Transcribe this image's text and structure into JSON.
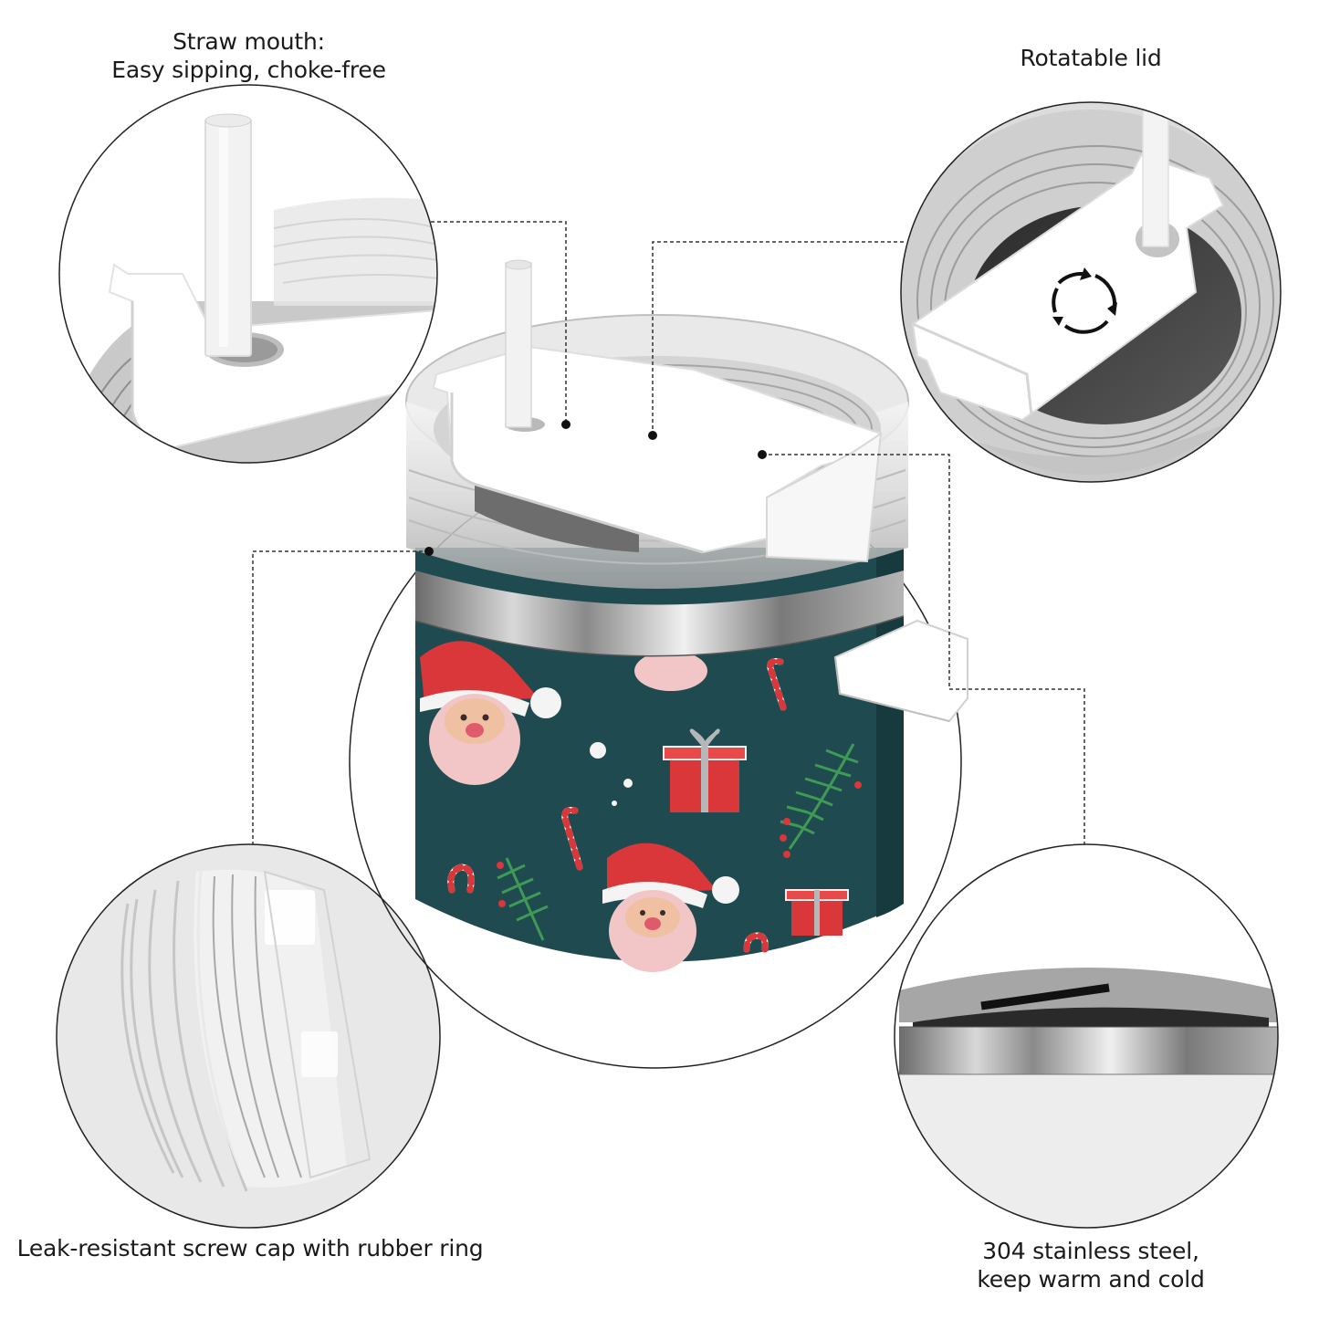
{
  "features": [
    {
      "id": "straw-mouth",
      "lines": [
        "Straw mouth:",
        "Easy sipping, choke-free"
      ]
    },
    {
      "id": "rotatable-lid",
      "lines": [
        "Rotatable lid"
      ]
    },
    {
      "id": "screw-cap",
      "lines": [
        "Leak-resistant screw cap with rubber ring"
      ]
    },
    {
      "id": "stainless-steel",
      "lines": [
        "304 stainless steel,",
        "keep warm and cold"
      ]
    }
  ],
  "product": {
    "body_color": "#1f4a4f",
    "pattern": [
      "santa",
      "gift-box",
      "candy-cane",
      "pine-branch",
      "snowball",
      "holly-berries"
    ],
    "accent_red": "#d9373a",
    "accent_green": "#3f9a55"
  },
  "icons": {
    "rotate": "rotate-arrows-icon"
  }
}
